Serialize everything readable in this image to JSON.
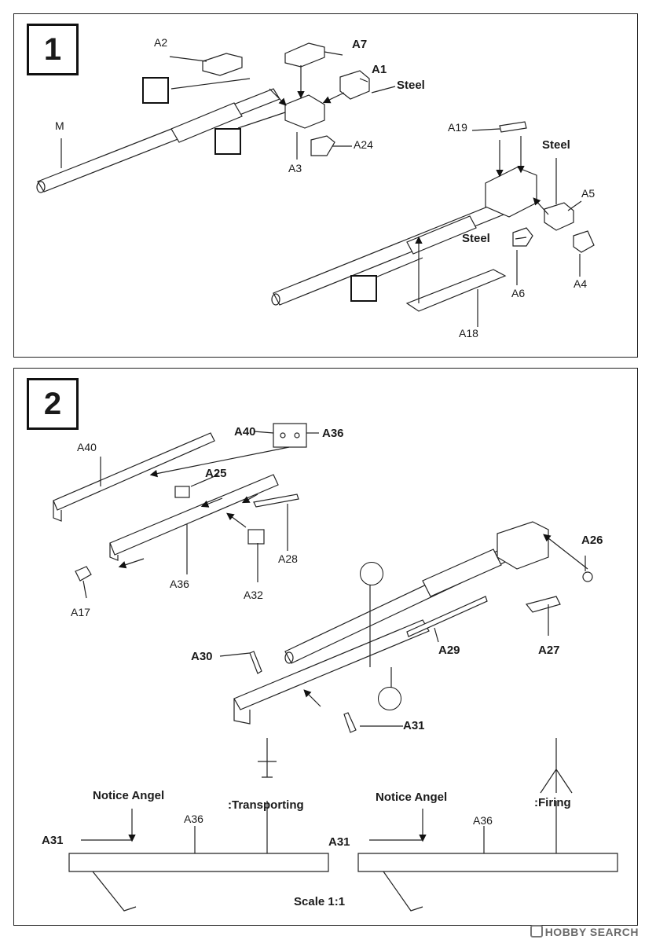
{
  "steps": [
    {
      "number": "1",
      "labels": {
        "a2": "A2",
        "a7": "A7",
        "a1": "A1",
        "steel_1": "Steel",
        "m": "M",
        "a3": "A3",
        "a24": "A24",
        "a19": "A19",
        "steel_2": "Steel",
        "a5": "A5",
        "steel_3": "Steel",
        "a6": "A6",
        "a4": "A4",
        "a18": "A18"
      }
    },
    {
      "number": "2",
      "labels": {
        "a40_top": "A40",
        "a36_top": "A36",
        "a40": "A40",
        "a25": "A25",
        "a28": "A28",
        "a36": "A36",
        "a17": "A17",
        "a32": "A32",
        "a26": "A26",
        "a29": "A29",
        "a27": "A27",
        "a30": "A30",
        "a31": "A31",
        "notice_angel_left": "Notice Angel",
        "transporting": ":Transporting",
        "a36_left": "A36",
        "a31_left": "A31",
        "notice_angel_right": "Notice Angel",
        "firing": ":Firing",
        "a36_right": "A36",
        "a31_right": "A31",
        "scale": "Scale  1:1"
      }
    }
  ],
  "watermark": "HOBBY SEARCH",
  "colors": {
    "ink": "#1a1a1a",
    "line": "#222222",
    "paper": "#ffffff",
    "watermark": "#6a6a6a"
  },
  "icons": [
    "cement-glue-icon",
    "paint-symbol-icon",
    "do-not-glue-icon"
  ]
}
